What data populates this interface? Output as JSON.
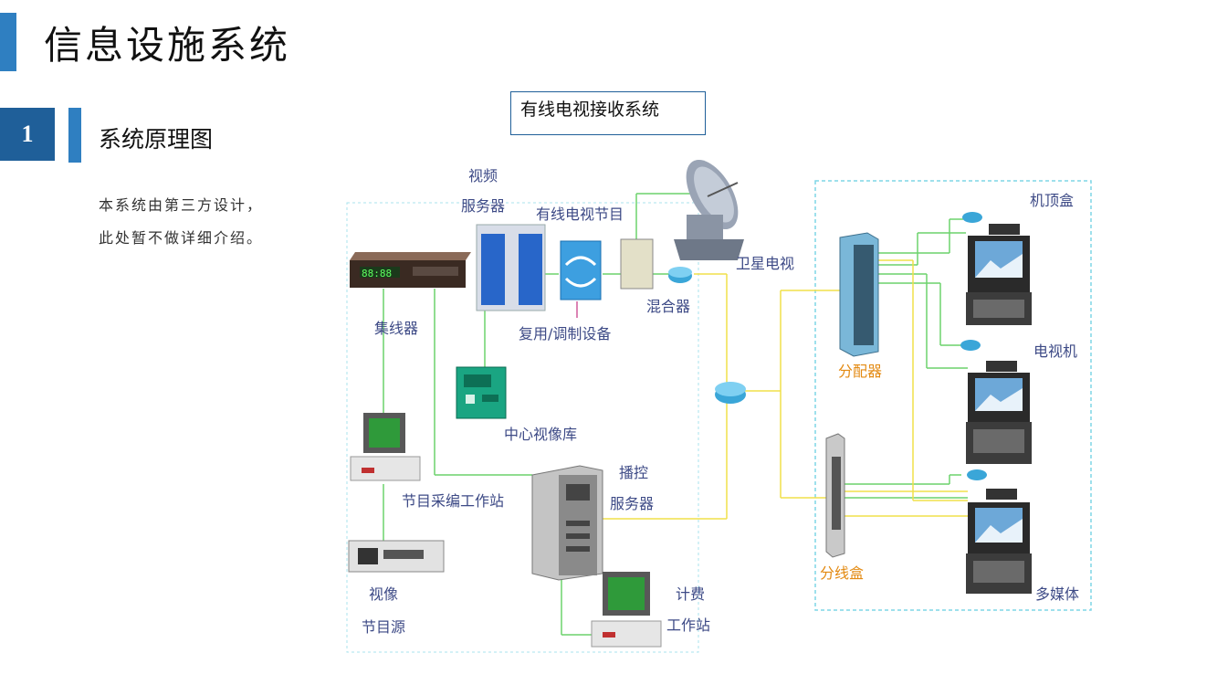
{
  "page": {
    "title": "信息设施系统"
  },
  "section": {
    "number": "1",
    "title": "系统原理图",
    "description": "本系统由第三方设计，此处暂不做详细介绍。"
  },
  "diagram": {
    "callout": "有线电视接收系统",
    "labels": {
      "video_server_1": "视频",
      "video_server_2": "服务器",
      "cable_program": "有线电视节目",
      "satellite_tv": "卫星电视",
      "mixer": "混合器",
      "mux_device": "复用/调制设备",
      "hub": "集线器",
      "video_library": "中心视像库",
      "broadcast_1": "播控",
      "broadcast_2": "服务器",
      "editing_station": "节目采编工作站",
      "video_source_1": "视像",
      "video_source_2": "节目源",
      "billing_1": "计费",
      "billing_2": "工作站",
      "set_top_box": "机顶盒",
      "television": "电视机",
      "multimedia": "多媒体",
      "splitter": "分配器",
      "junction_box": "分线盒"
    },
    "colors": {
      "green_line": "#6cd26c",
      "yellow_line": "#f0e04a",
      "dashed_border": "#7fd6e6"
    }
  }
}
